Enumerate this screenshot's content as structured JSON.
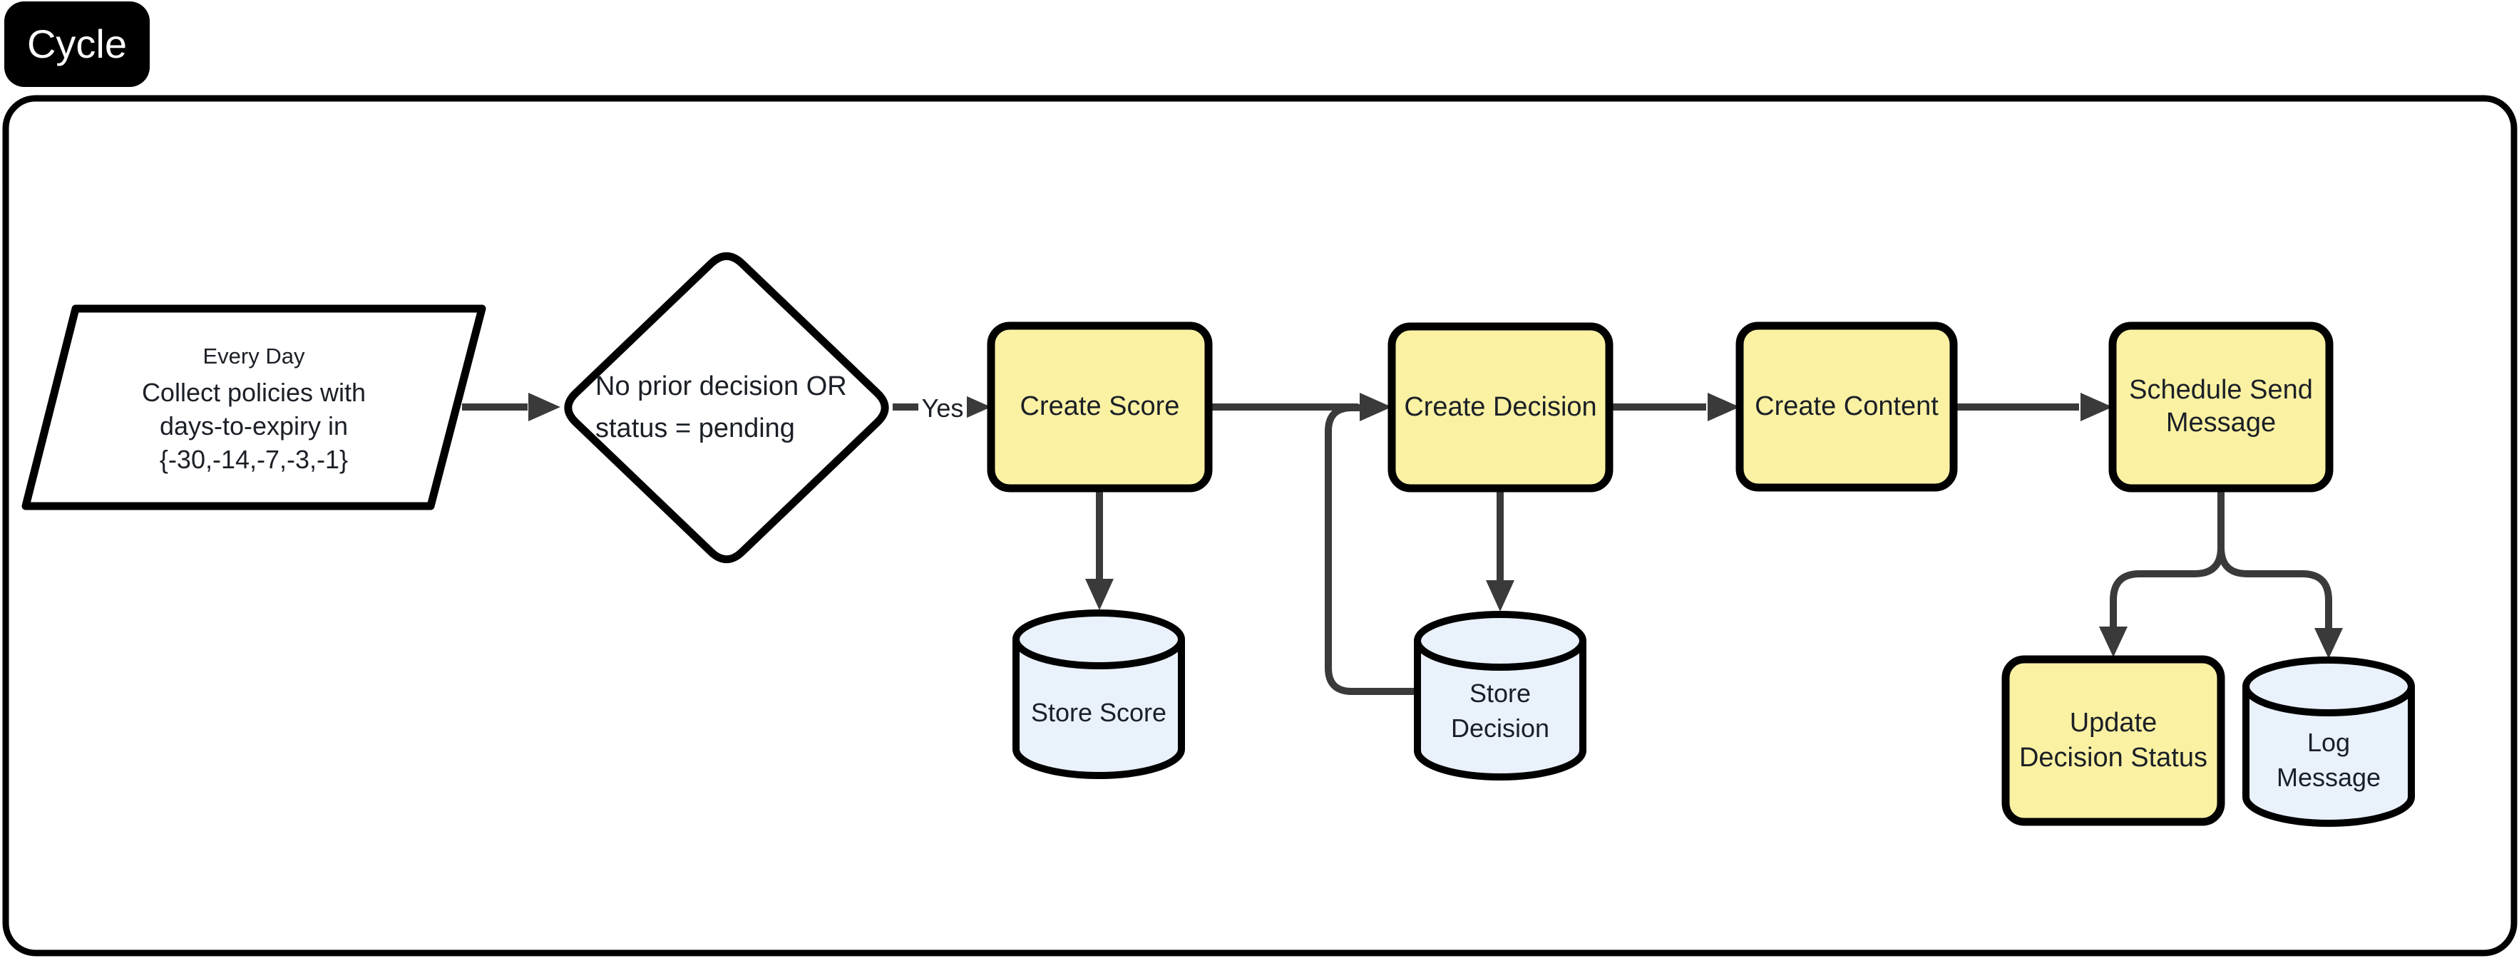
{
  "title_badge": {
    "label": "Cycle"
  },
  "colors": {
    "process_fill": "#FAF1A3",
    "database_fill": "#E9F1FB",
    "shape_stroke": "#000000",
    "connector": "#3A3A3A",
    "frame_stroke": "#000000",
    "badge_bg": "#000000",
    "badge_text": "#FFFFFF",
    "canvas_bg": "#FFFFFF",
    "label_color": "#1B1F26"
  },
  "diagram": {
    "nodes": [
      {
        "id": "collect",
        "type": "parallelogram",
        "title": "Every Day",
        "text": "Collect policies with\ndays-to-expiry in\n{-30,-14,-7,-3,-1}"
      },
      {
        "id": "gate",
        "type": "decision",
        "text": "No prior decision OR\nstatus = pending"
      },
      {
        "id": "create-score",
        "type": "process",
        "text": "Create Score"
      },
      {
        "id": "store-score",
        "type": "database",
        "text": "Store Score"
      },
      {
        "id": "create-decision",
        "type": "process",
        "text": "Create Decision"
      },
      {
        "id": "store-decision",
        "type": "database",
        "text": "Store\nDecision"
      },
      {
        "id": "create-content",
        "type": "process",
        "text": "Create Content"
      },
      {
        "id": "schedule-send-message",
        "type": "process",
        "text": "Schedule Send\nMessage"
      },
      {
        "id": "update-decision-status",
        "type": "process",
        "text": "Update\nDecision Status"
      },
      {
        "id": "log-message",
        "type": "database",
        "text": "Log\nMessage"
      }
    ],
    "edges": [
      {
        "from": "collect",
        "to": "gate"
      },
      {
        "from": "gate",
        "to": "create-score",
        "label": "Yes"
      },
      {
        "from": "create-score",
        "to": "create-decision"
      },
      {
        "from": "store-decision",
        "to": "create-decision"
      },
      {
        "from": "create-score",
        "to": "store-score"
      },
      {
        "from": "create-decision",
        "to": "store-decision"
      },
      {
        "from": "create-decision",
        "to": "create-content"
      },
      {
        "from": "create-content",
        "to": "schedule-send-message"
      },
      {
        "from": "schedule-send-message",
        "to": "update-decision-status"
      },
      {
        "from": "schedule-send-message",
        "to": "log-message"
      }
    ]
  }
}
